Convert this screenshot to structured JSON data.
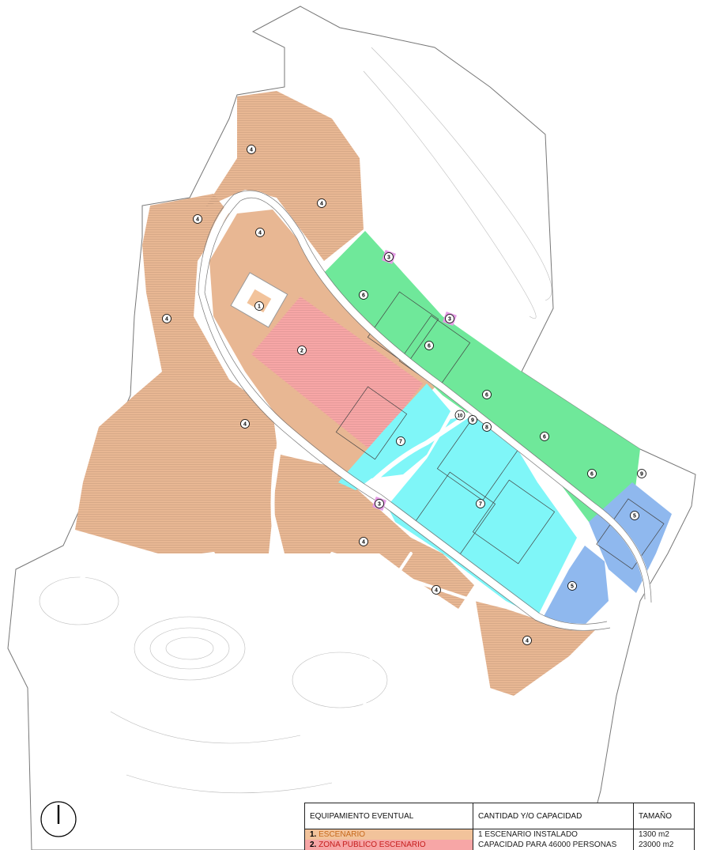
{
  "colors": {
    "zone_4": "#e8b793",
    "zone_2": "#f7a6a6",
    "zone_6": "#6fe89a",
    "zone_7": "#7ff6f8",
    "zone_5": "#8fb8ee",
    "zone_3": "#e49be4",
    "zone_1": "#f2c39b",
    "roads": "#ffffff",
    "outline": "#555555"
  },
  "zone_labels": [
    "1",
    "2",
    "3",
    "4",
    "5",
    "6",
    "7",
    "8",
    "9",
    "10"
  ],
  "legend": {
    "headers": [
      "EQUIPAMIENTO EVENTUAL",
      "CANTIDAD Y/O CAPACIDAD",
      "TAMAÑO"
    ],
    "rows": [
      {
        "num": "1.",
        "name": "ESCENARIO",
        "capacity": "1 ESCENARIO INSTALADO",
        "size": "1300 m2"
      },
      {
        "num": "2.",
        "name": "ZONA PUBLICO ESCENARIO",
        "capacity": "CAPACIDAD PARA 46000 PERSONAS",
        "size": "23000 m2"
      }
    ]
  },
  "north_arrow": "north-icon"
}
